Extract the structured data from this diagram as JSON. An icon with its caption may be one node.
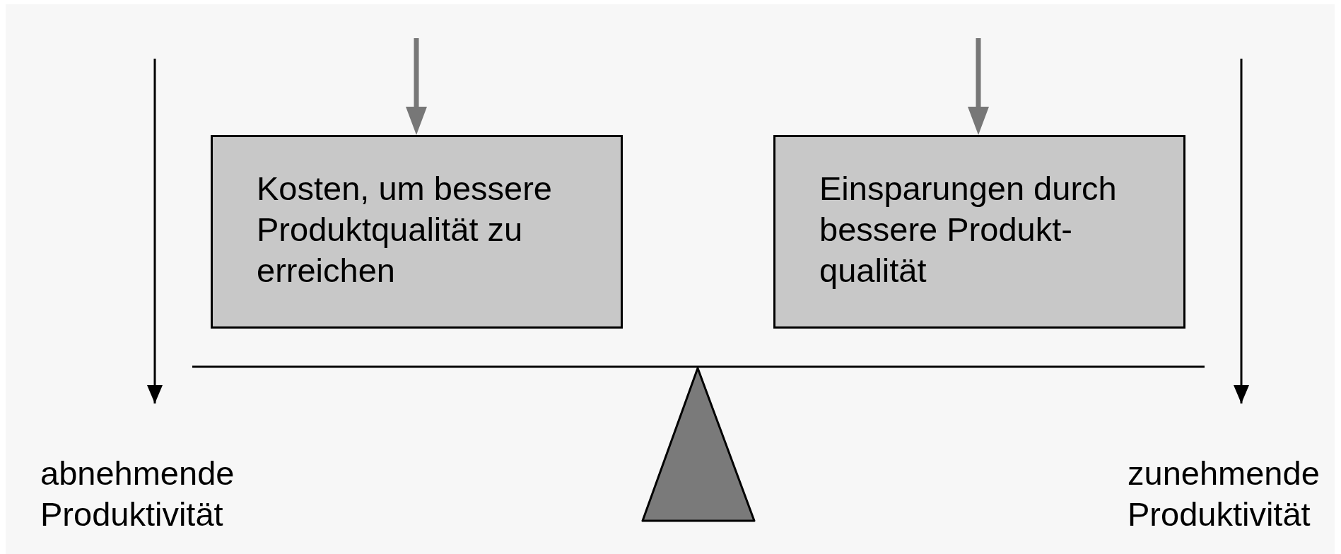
{
  "diagram": {
    "nodes": [
      {
        "text": [
          "Kosten, um bessere Produktqualität zu erreichen"
        ]
      },
      {
        "text": [
          "Einsparungen durch bessere Produkt- qualität"
        ]
      }
    ],
    "edges": [
      {
        "from": null,
        "to": 0,
        "arrow": "to"
      },
      {
        "from": null,
        "to": 1,
        "arrow": "to"
      }
    ],
    "labels": [
      "abnehmende Produktivität",
      "zunehmende Produktivität"
    ]
  }
}
